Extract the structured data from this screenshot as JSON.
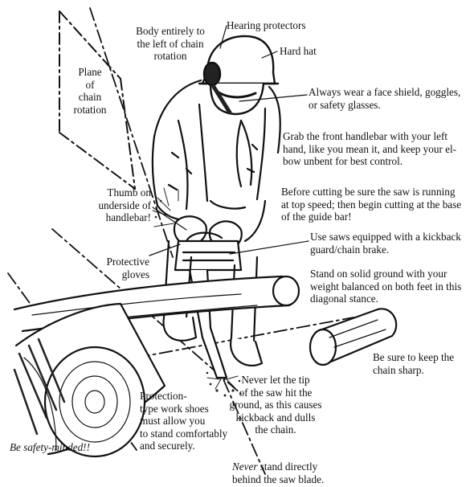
{
  "labels": {
    "body_position": "Body entirely to\nthe left of chain\nrotation",
    "hearing": "Hearing protectors",
    "hard_hat": "Hard hat",
    "plane": "Plane\nof\nchain\nrotation",
    "face_shield": "Always wear a face shield, goggles,\nor safety glasses.",
    "grab": "Grab the front handlebar with your left\nhand, like you mean it, and keep your el-\nbow unbent for best control.",
    "before_cutting": "Before cutting be sure the saw is running\nat top speed; then begin cutting at the base\nof the guide bar!",
    "thumb": "Thumb on\nunderside of\nhandlebar!",
    "kickback_brake": "Use saws equipped with a kickback\nguard/chain brake.",
    "stance": "Stand on solid ground with your\nweight balanced on both feet in this\ndiagonal stance.",
    "gloves": "Protective\ngloves",
    "sharp": "Be sure to keep the\nchain sharp.",
    "tip": "Never let the tip\nof the saw hit the\nground, as this causes\nkickback and dulls\nthe chain.",
    "shoes": "Protection-\ntype work shoes\nmust allow you\nto stand comfortably\nand securely.",
    "safety": "Be safety-minded!!",
    "never_word": "Never",
    "never_rest": " stand directly\nbehind the saw blade."
  }
}
